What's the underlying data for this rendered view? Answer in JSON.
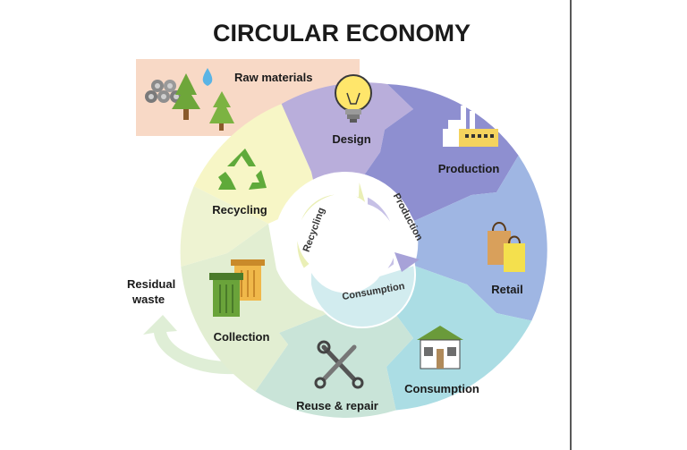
{
  "title": "CIRCULAR ECONOMY",
  "outer_stages": [
    {
      "label": "Raw materials",
      "icon": "raw-materials-icon",
      "color": "#f8d9c6"
    },
    {
      "label": "Design",
      "icon": "lightbulb-icon",
      "color": "#b9aedb"
    },
    {
      "label": "Production",
      "icon": "factory-icon",
      "color": "#8e8fd0"
    },
    {
      "label": "Retail",
      "icon": "shopping-bags-icon",
      "color": "#9fb6e3"
    },
    {
      "label": "Consumption",
      "icon": "house-icon",
      "color": "#abdde4"
    },
    {
      "label": "Reuse & repair",
      "icon": "tools-icon",
      "color": "#c9e4d8"
    },
    {
      "label": "Collection",
      "icon": "bins-icon",
      "color": "#e2eed2"
    },
    {
      "label": "Recycling",
      "icon": "recycle-icon",
      "color": "#f7f6c6"
    }
  ],
  "residual_waste": {
    "line1": "Residual",
    "line2": "waste"
  },
  "inner_cycle": [
    {
      "label": "Recycling",
      "color": "#eaefb6"
    },
    {
      "label": "Production",
      "color": "#c6c0e6"
    },
    {
      "label": "Consumption",
      "color": "#d2ecef"
    }
  ]
}
